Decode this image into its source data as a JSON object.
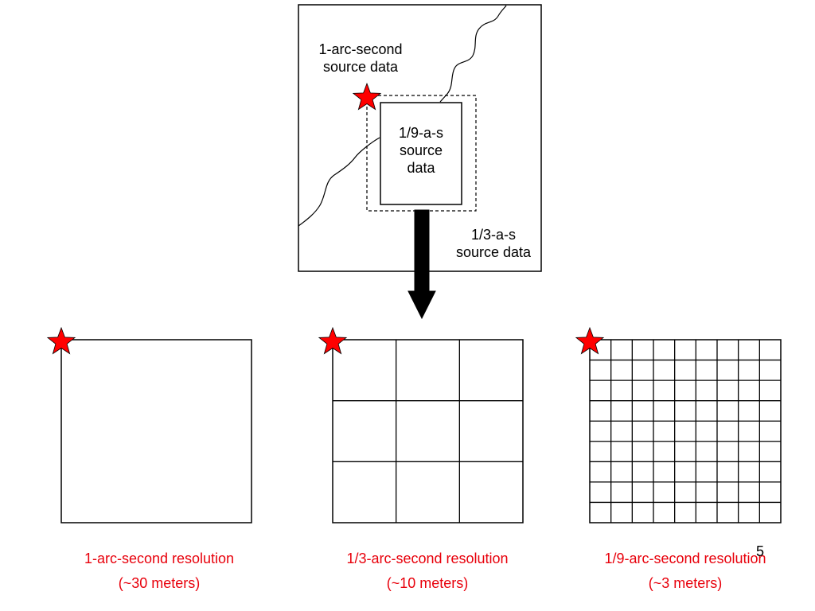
{
  "colors": {
    "star": "#ff0000",
    "caption": "#e8000b",
    "stroke": "#000000"
  },
  "source_diagram": {
    "outer_label": [
      "1-arc-second",
      "source data"
    ],
    "inner_label": [
      "1/9-a-s",
      "source",
      "data"
    ],
    "dashed_label": [
      "1/3-a-s",
      "source data"
    ]
  },
  "grids": [
    {
      "cells_per_side": 1,
      "caption": [
        "1-arc-second resolution",
        "(~30 meters)"
      ]
    },
    {
      "cells_per_side": 3,
      "caption": [
        "1/3-arc-second resolution",
        "(~10 meters)"
      ]
    },
    {
      "cells_per_side": 9,
      "caption": [
        "1/9-arc-second resolution",
        "(~3 meters)"
      ]
    }
  ],
  "page_number": "5"
}
